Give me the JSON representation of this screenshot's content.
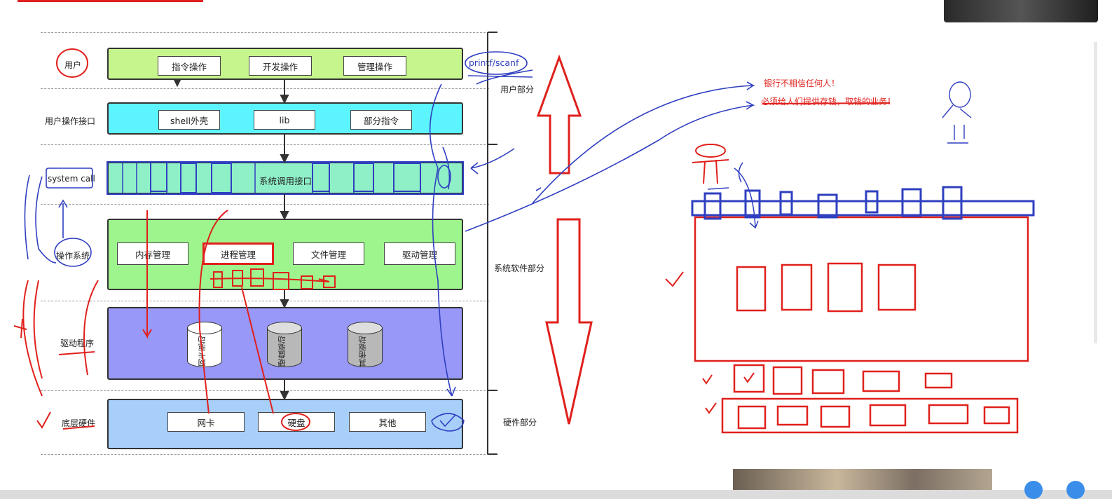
{
  "layers": {
    "user": {
      "label": "用户",
      "buttons": [
        "指令操作",
        "开发操作",
        "管理操作"
      ]
    },
    "interface": {
      "label": "用户操作接口",
      "buttons": [
        "shell外壳",
        "lib",
        "部分指令"
      ]
    },
    "syscall": {
      "label": "system call",
      "center": "系统调用接口"
    },
    "os": {
      "label": "操作系统",
      "buttons": [
        "内存管理",
        "进程管理",
        "文件管理",
        "驱动管理"
      ]
    },
    "driver": {
      "label": "驱动程序",
      "cylinders": [
        "网卡驱动",
        "硬盘驱动",
        "其他驱动"
      ]
    },
    "hardware": {
      "label": "底层硬件",
      "buttons": [
        "网卡",
        "硬盘",
        "其他"
      ]
    }
  },
  "bracket_labels": {
    "user_part": "用户部分",
    "system_part": "系统软件部分",
    "hardware_part": "硬件部分"
  },
  "annotations": {
    "printf": "printf/scanf",
    "note1": "银行不相信任何人！",
    "note2": "必须给人们提供存钱，取钱的业务！"
  },
  "colors": {
    "user": "#c6f58d",
    "interface": "#5cf5ff",
    "syscall": "#8ff0c8",
    "os": "#9ef58d",
    "driver": "#9898f8",
    "hardware": "#a8cffa",
    "ink_red": "#e0201c",
    "ink_blue": "#2f3fc0"
  }
}
